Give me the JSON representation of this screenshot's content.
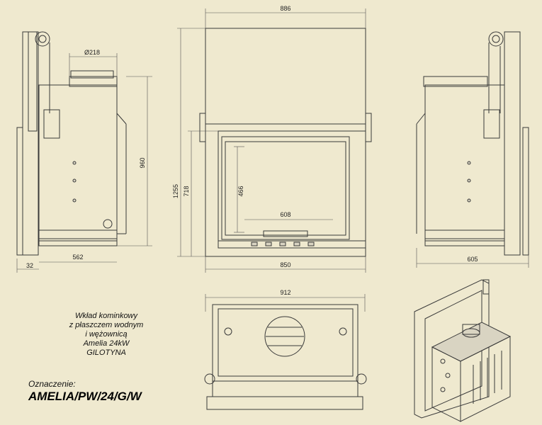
{
  "dimensions": {
    "side_width": "562",
    "side_offset": "32",
    "side_height": "960",
    "flue_diameter": "Ø218",
    "front_top_width": "886",
    "front_total_height": "1255",
    "front_frame_height": "718",
    "glass_height": "466",
    "glass_width": "608",
    "front_bottom_width": "850",
    "right_side_width": "605",
    "top_view_width": "912"
  },
  "description": {
    "line1": "Wkład kominkowy",
    "line2": "z płaszczem wodnym",
    "line3": "i wężownicą",
    "line4": "Amelia 24kW",
    "line5": "GILOTYNA"
  },
  "designation_label": "Oznaczenie:",
  "designation_code": "AMELIA/PW/24/G/W"
}
